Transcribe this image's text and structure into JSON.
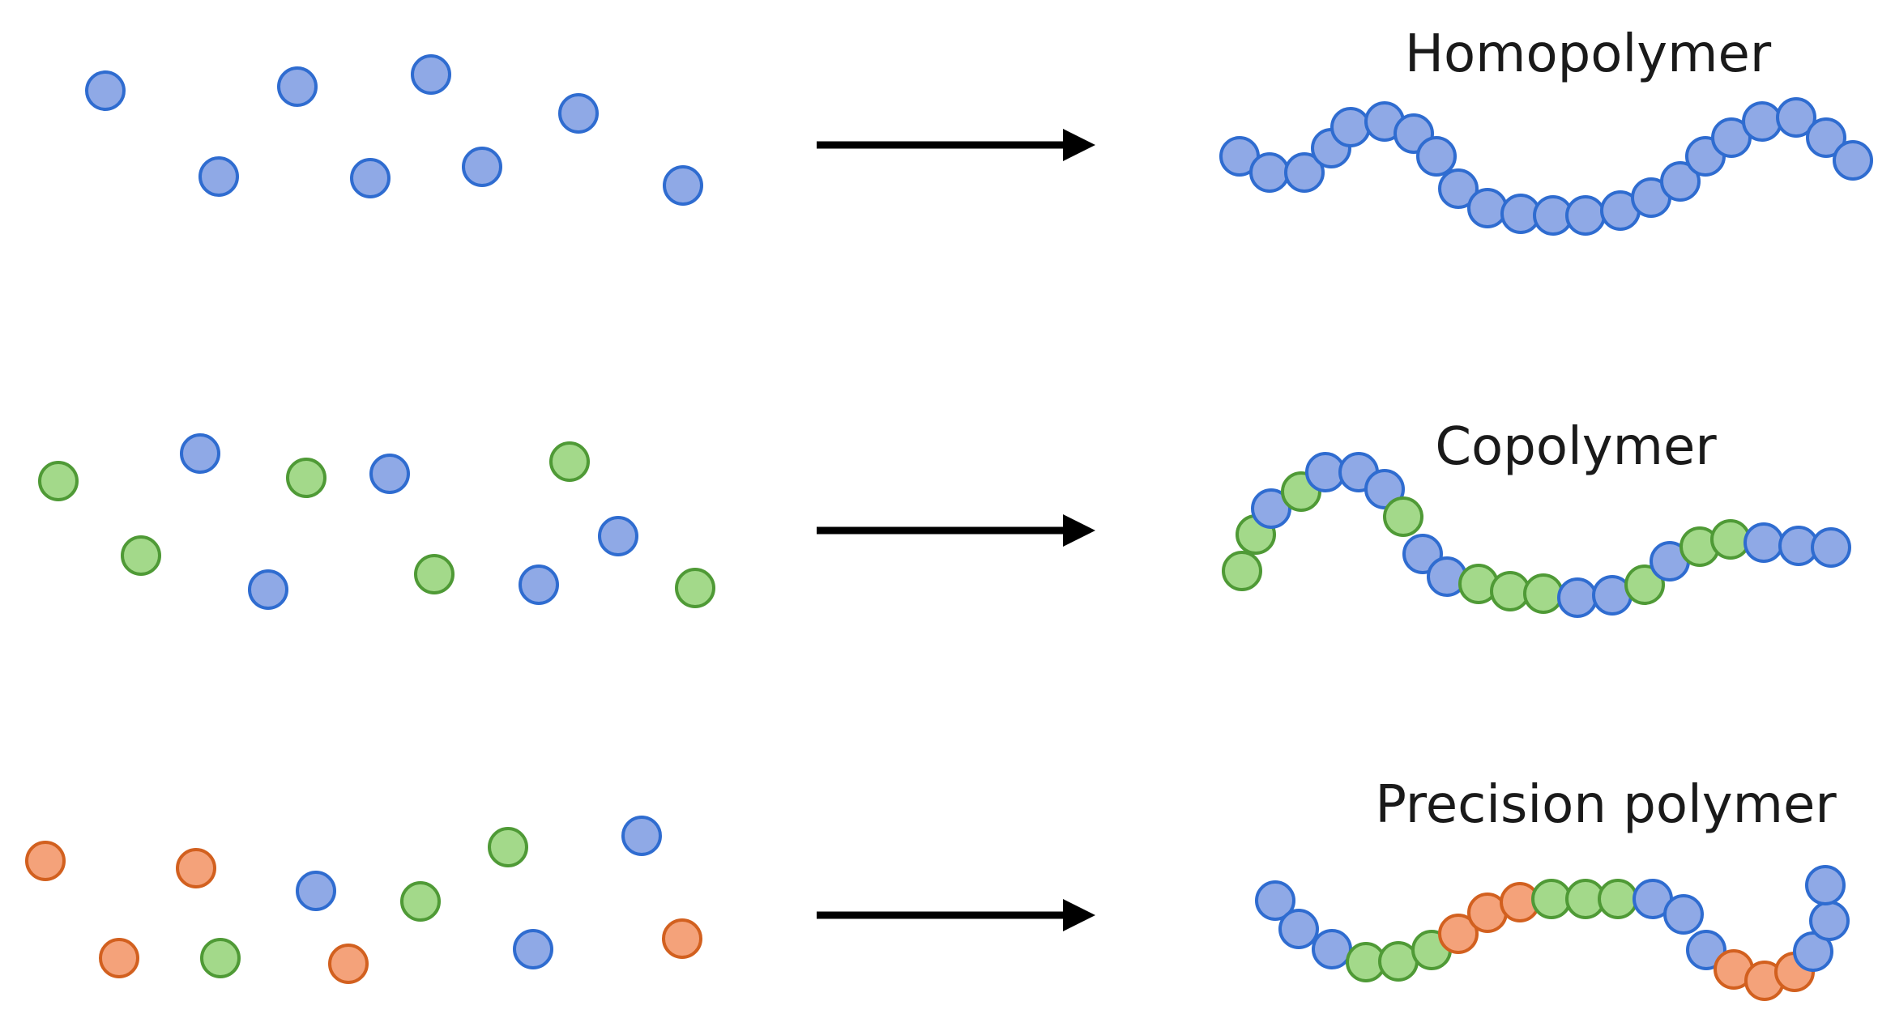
{
  "colors": {
    "blue": {
      "fill": "#8fa9e6",
      "stroke": "#2f6cd0"
    },
    "green": {
      "fill": "#a3d98a",
      "stroke": "#4f9a36"
    },
    "orange": {
      "fill": "#f4a27a",
      "stroke": "#d2601f"
    },
    "arrow": "#000000"
  },
  "rows": [
    {
      "label": "Homopolymer",
      "monomers": [
        "blue"
      ],
      "chain": [
        "blue"
      ]
    },
    {
      "label": "Copolymer",
      "monomers": [
        "green",
        "blue"
      ],
      "chain": [
        "green",
        "blue"
      ]
    },
    {
      "label": "Precision polymer",
      "monomers": [
        "orange",
        "blue",
        "green"
      ],
      "chain": [
        "blue",
        "green",
        "orange"
      ]
    }
  ]
}
